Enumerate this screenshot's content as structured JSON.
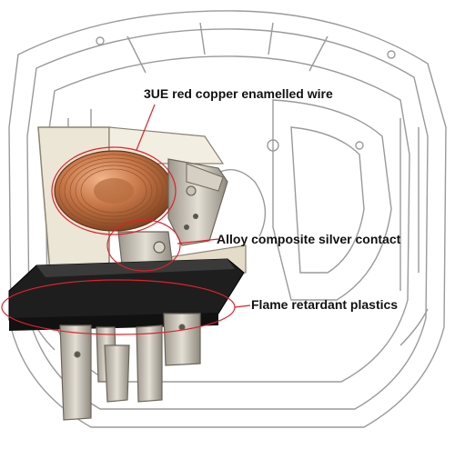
{
  "callouts": {
    "copper_wire": "3UE red copper enamelled wire",
    "silver_contact": "Alloy composite silver contact",
    "plastics": "Flame retardant plastics"
  },
  "colors": {
    "callout_line": "#e0202a",
    "car_line": "#9a9a9a",
    "copper": "#c9794a",
    "housing": "#1e1e1e",
    "frame": "#ece6d6",
    "terminal": "#b9b3a8"
  }
}
